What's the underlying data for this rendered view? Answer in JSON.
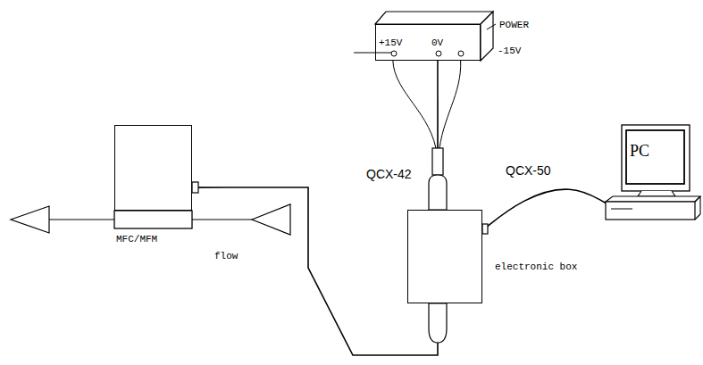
{
  "diagram": {
    "nodes": [
      {
        "text": [
          "POWER",
          "+15V",
          "0V",
          "-15V"
        ]
      },
      {
        "text": [
          "MFC/MFM"
        ]
      },
      {
        "text": [
          "electronic box"
        ]
      },
      {
        "text": [
          "PC"
        ]
      }
    ],
    "edges": [
      {
        "from": 0,
        "to": 2,
        "arrow": "none"
      },
      {
        "from": 1,
        "to": 2,
        "arrow": "none"
      },
      {
        "from": 2,
        "to": 3,
        "label": "QCX-50",
        "arrow": "none"
      }
    ],
    "labels": [
      "QCX-42",
      "flow"
    ]
  }
}
